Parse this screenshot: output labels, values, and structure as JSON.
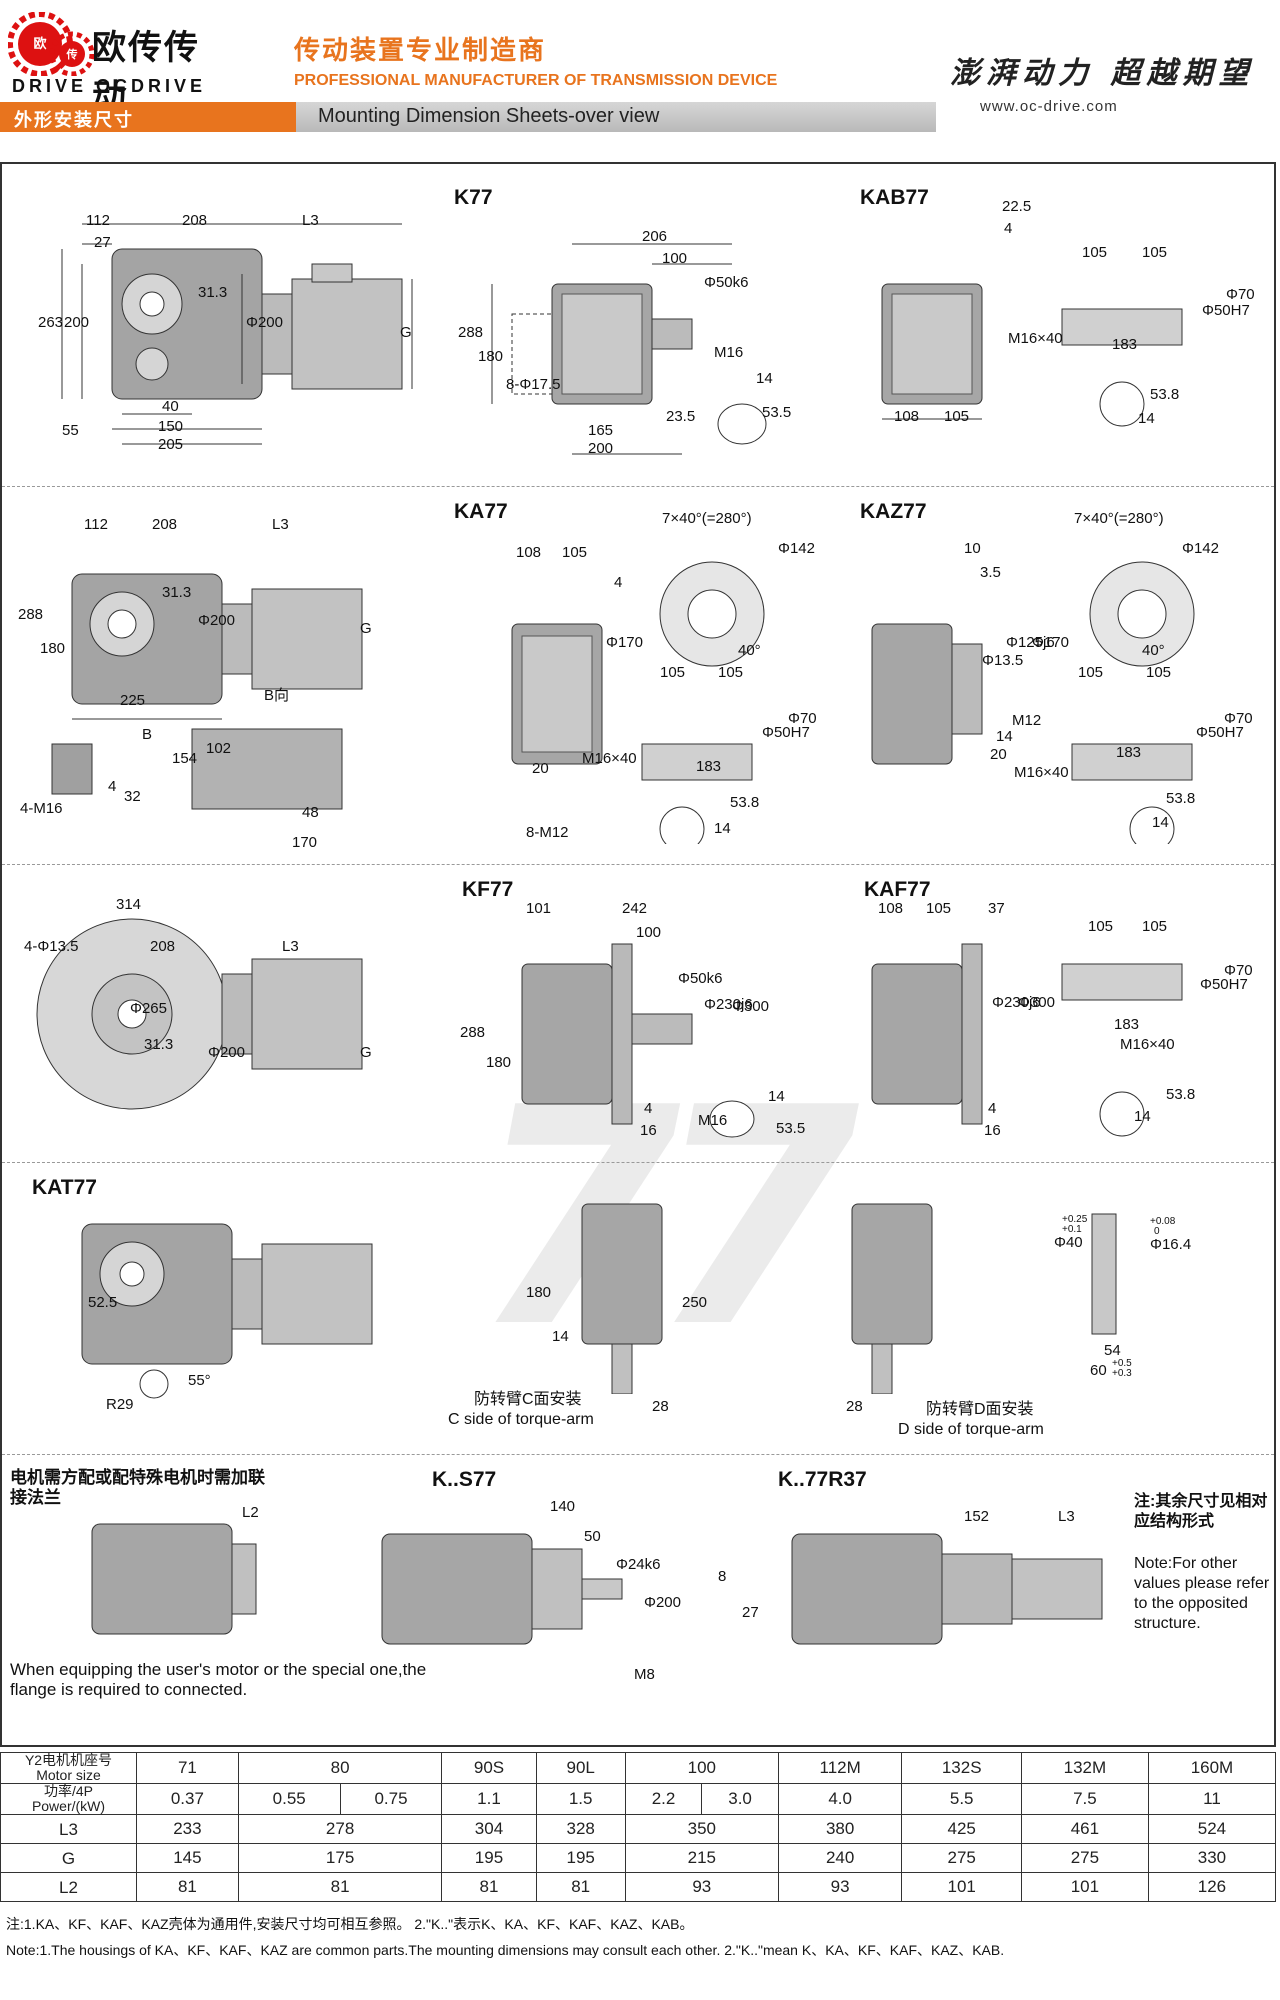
{
  "header": {
    "brand_cn": "欧传传动",
    "brand_en": "DRIVE OCDRIVE",
    "logo_chars": [
      "欧",
      "传"
    ],
    "tagline_cn": "传动装置专业制造商",
    "tagline_en": "PROFESSIONAL MANUFACTURER OF TRANSMISSION DEVICE",
    "slogan": "澎湃动力 超越期望",
    "website": "www.oc-drive.com",
    "section_cn": "外形安装尺寸",
    "section_en": "Mounting Dimension Sheets-over view"
  },
  "watermark": "77",
  "models": {
    "k77": "K77",
    "kab77": "KAB77",
    "ka77": "KA77",
    "kaz77": "KAZ77",
    "kf77": "KF77",
    "kaf77": "KAF77",
    "kat77": "KAT77",
    "ks77": "K..S77",
    "kr37": "K..77R37"
  },
  "dims": {
    "k_top": [
      "112",
      "208",
      "L3",
      "27"
    ],
    "k_side": [
      "263",
      "200",
      "55",
      "31.3",
      "Φ200",
      "G"
    ],
    "k_bot": [
      "40",
      "150",
      "205"
    ],
    "k77": [
      "206",
      "100",
      "Φ50k6",
      "288",
      "180",
      "8-Φ17.5",
      "M16",
      "14",
      "53.5",
      "23.5",
      "165",
      "200"
    ],
    "kab77": [
      "22.5",
      "4",
      "105",
      "105",
      "Φ50H7",
      "Φ70",
      "M16×40",
      "183",
      "53.8",
      "14",
      "108",
      "105"
    ],
    "ka_top": [
      "112",
      "208",
      "L3"
    ],
    "ka_side": [
      "288",
      "180",
      "31.3",
      "Φ200",
      "G",
      "225"
    ],
    "ka_b": [
      "B向",
      "B",
      "4-M16",
      "4",
      "32",
      "154",
      "102",
      "48",
      "170"
    ],
    "ka77": [
      "108",
      "105",
      "4",
      "7×40°(=280°)",
      "Φ142",
      "40°",
      "Φ170",
      "105",
      "105",
      "Φ50H7",
      "Φ70",
      "M16×40",
      "183",
      "20",
      "8-M12",
      "53.8",
      "14"
    ],
    "kaz77": [
      "10",
      "3.5",
      "7×40°(=280°)",
      "Φ142",
      "40°",
      "Φ13.5",
      "Φ125j6",
      "Φ170",
      "105",
      "105",
      "Φ50H7",
      "Φ70",
      "M12",
      "14",
      "20",
      "M16×40",
      "183",
      "53.8",
      "14"
    ],
    "kf_left": [
      "314",
      "4-Φ13.5",
      "208",
      "L3",
      "Φ265",
      "31.3",
      "Φ200",
      "G"
    ],
    "kf77": [
      "101",
      "242",
      "100",
      "Φ50k6",
      "Φ230j6",
      "Φ300",
      "288",
      "180",
      "4",
      "16",
      "M16",
      "14",
      "53.5"
    ],
    "kaf77": [
      "108",
      "105",
      "37",
      "Φ230j6",
      "Φ300",
      "4",
      "16",
      "105",
      "105",
      "Φ50H7",
      "Φ70",
      "183",
      "M16×40",
      "53.8",
      "14"
    ],
    "kat77": [
      "52.5",
      "55°",
      "R29",
      "180",
      "14",
      "250",
      "28",
      "28",
      "Φ40",
      "+0.25",
      "+0.1",
      "Φ16.4",
      "+0.08",
      "0",
      "54",
      "60",
      "+0.5",
      "+0.3"
    ],
    "ks77": [
      "L2",
      "140",
      "50",
      "Φ24k6",
      "Φ200",
      "M8",
      "8",
      "27"
    ],
    "kr37": [
      "152",
      "L3"
    ]
  },
  "texts": {
    "motor_cn": "电机需方配或配特殊电机时需加联接法兰",
    "motor_en": "When equipping the user's motor or the special one,the flange is required to connected.",
    "c_side_cn": "防转臂C面安装",
    "c_side_en": "C side of torque-arm",
    "d_side_cn": "防转臂D面安装",
    "d_side_en": "D side of torque-arm",
    "note_cn": "注:其余尺寸见相对应结构形式",
    "note_en": "Note:For other values please refer to the opposited structure."
  },
  "table": {
    "row_heads": [
      [
        "Y2电机机座号",
        "Motor size"
      ],
      [
        "功率/4P",
        "Power/(kW)"
      ],
      [
        "L3"
      ],
      [
        "G"
      ],
      [
        "L2"
      ]
    ],
    "motor_sizes": [
      "71",
      "80",
      "90S",
      "90L",
      "100",
      "112M",
      "132S",
      "132M",
      "160M"
    ],
    "power": [
      "0.37",
      "0.55",
      "0.75",
      "1.1",
      "1.5",
      "2.2",
      "3.0",
      "4.0",
      "5.5",
      "7.5",
      "11"
    ],
    "L3": [
      "233",
      "278",
      "304",
      "328",
      "350",
      "380",
      "425",
      "461",
      "524"
    ],
    "G": [
      "145",
      "175",
      "195",
      "195",
      "215",
      "240",
      "275",
      "275",
      "330"
    ],
    "L2": [
      "81",
      "81",
      "81",
      "81",
      "93",
      "93",
      "101",
      "101",
      "126"
    ]
  },
  "footnotes": {
    "cn": "注:1.KA、KF、KAF、KAZ壳体为通用件,安装尺寸均可相互参照。 2.\"K..\"表示K、KA、KF、KAF、KAZ、KAB。",
    "en": "Note:1.The housings of KA、KF、KAF、KAZ are common parts.The mounting dimensions may consult each other. 2.\"K..\"mean K、KA、KF、KAF、KAZ、KAB."
  },
  "colors": {
    "accent": "#e8741e",
    "bar_gray": "#c8c8c8",
    "body": "#9a9a9a",
    "motor": "#bdbdbd"
  }
}
